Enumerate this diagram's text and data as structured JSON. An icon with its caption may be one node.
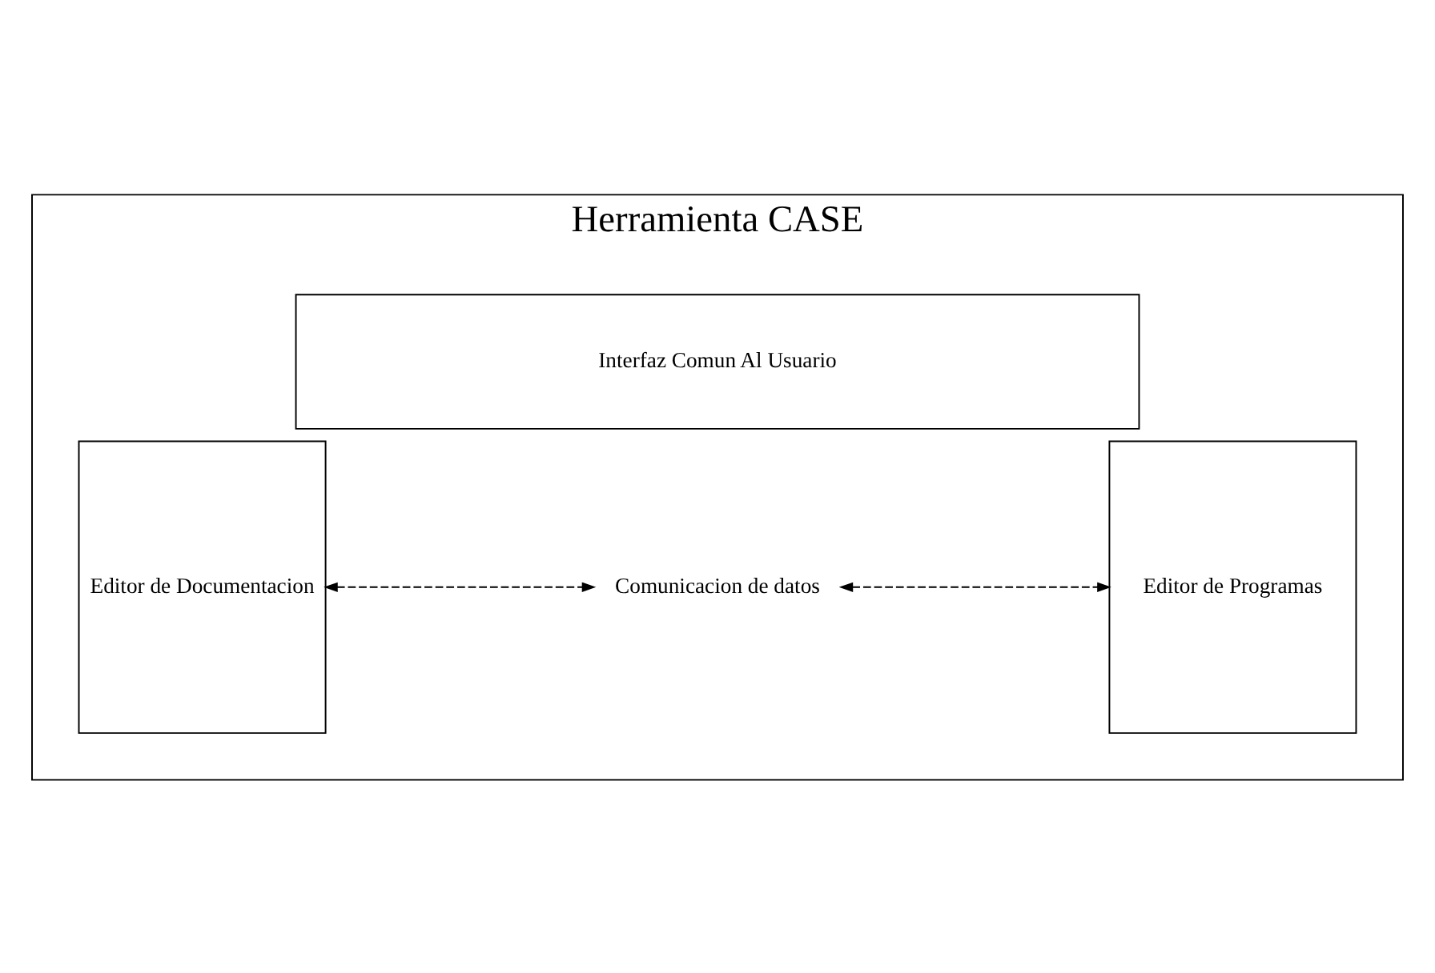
{
  "diagram": {
    "nodes": [
      {
        "text": [
          "Herramienta CASE"
        ]
      },
      {
        "text": [
          "Interfaz Comun Al Usuario"
        ],
        "in": 0
      },
      {
        "text": [
          "Editor de Documentacion"
        ],
        "in": 0
      },
      {
        "text": [
          "Comunicacion de datos"
        ],
        "in": 0
      },
      {
        "text": [
          "Editor de Programas"
        ],
        "in": 0
      }
    ],
    "edges": [
      {
        "from": 2,
        "to": 3,
        "arrow": "both",
        "style": "dashed"
      },
      {
        "from": 3,
        "to": 4,
        "arrow": "both",
        "style": "dashed"
      }
    ]
  }
}
